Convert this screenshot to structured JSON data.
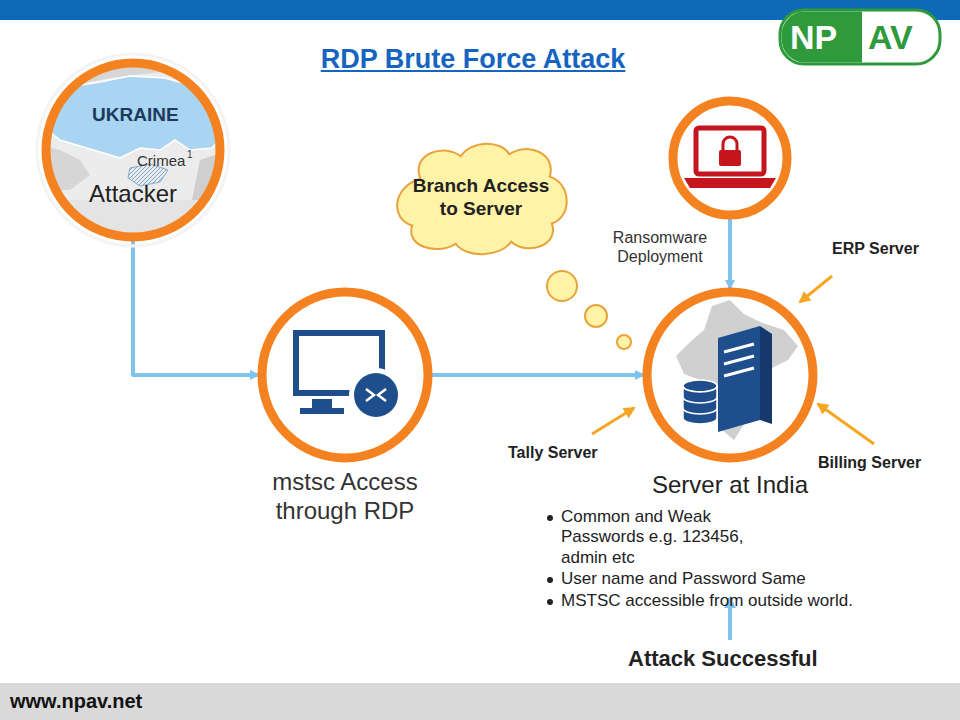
{
  "diagram": {
    "title": "RDP Brute Force Attack",
    "nodes": [
      {
        "text": [
          "Attacker"
        ]
      },
      {
        "text": [
          "Branch Access to Server"
        ]
      },
      {
        "text": [
          "Ransomware Deployment"
        ]
      },
      {
        "text": [
          "mstsc Access through RDP"
        ]
      },
      {
        "text": [
          "Server at India",
          "Common and Weak Passwords e.g. 123456, admin etc",
          "User name and Password Same",
          "MSTSC accessible from outside world."
        ]
      }
    ],
    "edges": [
      {
        "from": 0,
        "to": 3,
        "arrow": "to"
      },
      {
        "from": 3,
        "to": 4,
        "arrow": "to"
      },
      {
        "from": 2,
        "to": 4,
        "arrow": "to"
      }
    ],
    "labels": [
      "UKRAINE",
      "Crimea",
      "1",
      "ERP Server",
      "Tally Server",
      "Billing Server",
      "Attack Successful",
      "NP",
      "AV",
      "www.npav.net"
    ]
  }
}
